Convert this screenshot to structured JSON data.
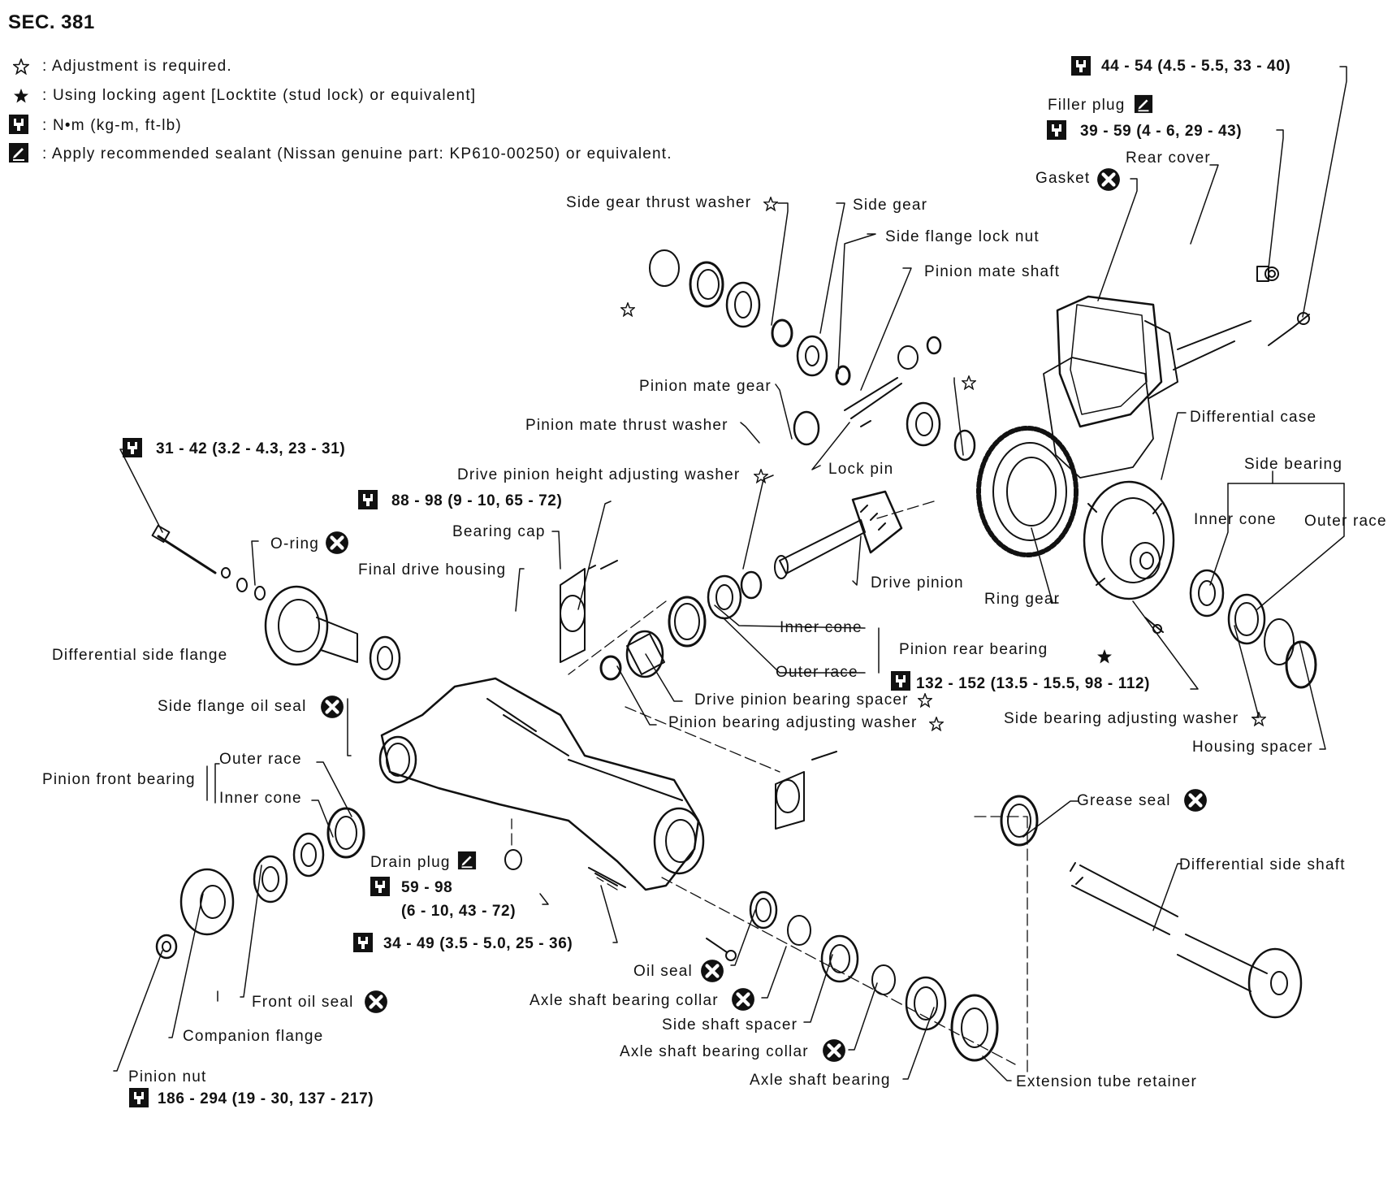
{
  "section": "SEC. 381",
  "legend": [
    {
      "icon": "hollow-star-icon",
      "text": ": Adjustment is required."
    },
    {
      "icon": "solid-star-icon",
      "text": ": Using locking agent [Locktite (stud lock) or equivalent]"
    },
    {
      "icon": "torque-wrench-icon",
      "text": ": N•m (kg-m, ft-lb)"
    },
    {
      "icon": "sealant-icon",
      "text": ": Apply recommended sealant (Nissan genuine part: KP610-00250) or equivalent."
    }
  ],
  "torque": {
    "rear_cover_bolt": "44 - 54 (4.5 - 5.5, 33 - 40)",
    "filler_plug": "39 - 59 (4 - 6, 29 - 43)",
    "flange_bolt": "31 - 42 (3.2 - 4.3, 23 - 31)",
    "bearing_cap_bolt": "88 - 98 (9 - 10, 65 - 72)",
    "ring_gear_bolt": "132 - 152 (13.5 - 15.5, 98 - 112)",
    "drain_plug_1": "59 - 98",
    "drain_plug_2": "(6 - 10, 43 - 72)",
    "retainer_bolt": "34 - 49 (3.5 - 5.0, 25 - 36)",
    "pinion_nut": "186 - 294 (19 - 30, 137 - 217)"
  },
  "labels": {
    "filler_plug": "Filler plug",
    "rear_cover": "Rear cover",
    "gasket": "Gasket",
    "side_gear_thrust_washer": "Side gear thrust washer",
    "side_gear": "Side gear",
    "side_flange_lock_nut": "Side flange lock nut",
    "pinion_mate_shaft": "Pinion mate shaft",
    "pinion_mate_gear": "Pinion mate gear",
    "pinion_mate_thrust_washer": "Pinion mate thrust washer",
    "lock_pin": "Lock pin",
    "differential_case": "Differential case",
    "side_bearing": "Side bearing",
    "inner_cone_r": "Inner cone",
    "outer_race_r": "Outer race",
    "drive_pinion_height_washer": "Drive pinion height adjusting washer",
    "bearing_cap": "Bearing cap",
    "o_ring": "O-ring",
    "final_drive_housing": "Final drive housing",
    "drive_pinion": "Drive pinion",
    "ring_gear": "Ring gear",
    "inner_cone": "Inner cone",
    "pinion_rear_bearing": "Pinion rear bearing",
    "outer_race": "Outer race",
    "differential_side_flange": "Differential side flange",
    "drive_pinion_bearing_spacer": "Drive pinion bearing spacer",
    "pinion_bearing_adjusting_washer": "Pinion bearing adjusting washer",
    "side_bearing_adjusting_washer": "Side bearing adjusting washer",
    "housing_spacer": "Housing spacer",
    "side_flange_oil_seal": "Side flange oil seal",
    "pinion_front_bearing": "Pinion front bearing",
    "front_outer_race": "Outer race",
    "front_inner_cone": "Inner cone",
    "grease_seal": "Grease seal",
    "differential_side_shaft": "Differential side shaft",
    "drain_plug": "Drain plug",
    "oil_seal": "Oil seal",
    "axle_shaft_bearing_collar_1": "Axle shaft bearing collar",
    "side_shaft_spacer": "Side shaft spacer",
    "axle_shaft_bearing_collar_2": "Axle shaft bearing collar",
    "front_oil_seal": "Front oil seal",
    "companion_flange": "Companion flange",
    "pinion_nut": "Pinion nut",
    "axle_shaft_bearing": "Axle shaft bearing",
    "extension_tube_retainer": "Extension tube retainer"
  }
}
